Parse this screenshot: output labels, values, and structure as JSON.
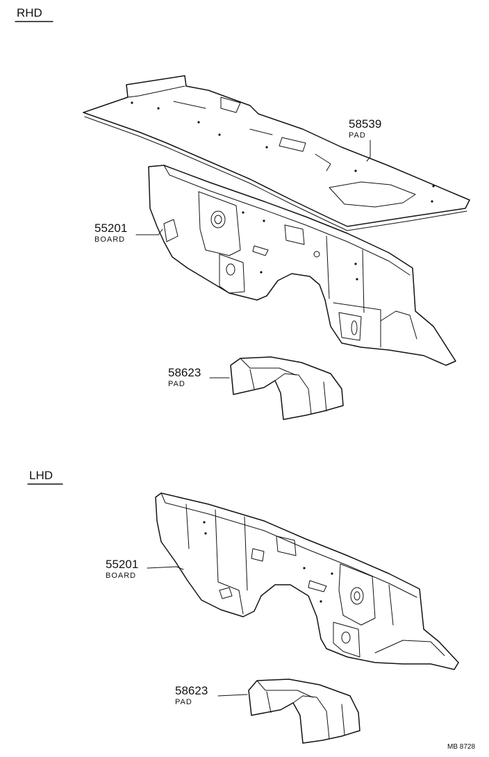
{
  "sections": {
    "rhd": {
      "label": "RHD"
    },
    "lhd": {
      "label": "LHD"
    }
  },
  "parts": {
    "rhd_pad_top": {
      "number": "58539",
      "name": "PAD"
    },
    "rhd_board": {
      "number": "55201",
      "name": "BOARD"
    },
    "rhd_pad_small": {
      "number": "58623",
      "name": "PAD"
    },
    "lhd_board": {
      "number": "55201",
      "name": "BOARD"
    },
    "lhd_pad_small": {
      "number": "58623",
      "name": "PAD"
    }
  },
  "reference": "MB 8728"
}
